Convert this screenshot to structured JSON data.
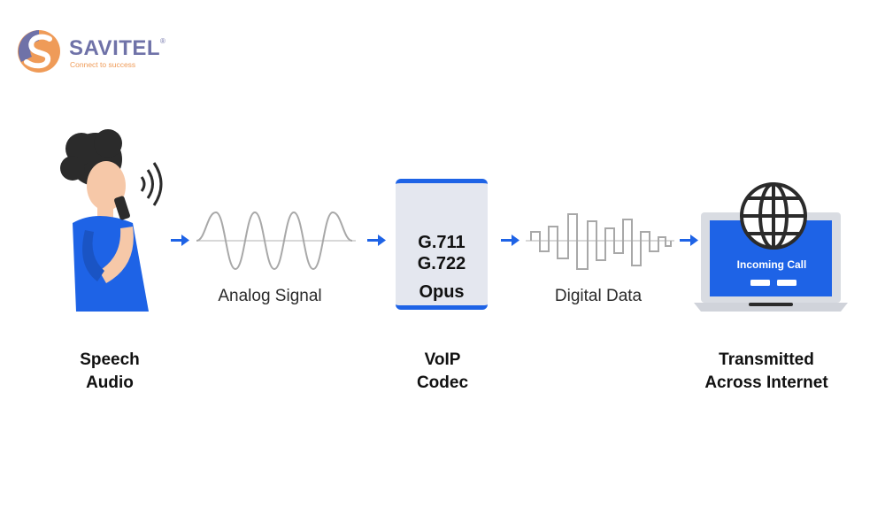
{
  "brand": {
    "name": "SAVITEL",
    "registered": "®",
    "tagline": "Connect to success",
    "colors": {
      "primary": "#6f72a8",
      "accent": "#ef9b58"
    }
  },
  "flow": {
    "analog_caption": "Analog Signal",
    "digital_caption": "Digital Data",
    "steps": [
      {
        "line1": "Speech",
        "line2": "Audio"
      },
      {
        "line1": "VoIP",
        "line2": "Codec"
      },
      {
        "line1": "Transmitted",
        "line2": "Across Internet"
      }
    ]
  },
  "codec": {
    "codecs": [
      "G.711",
      "G.722",
      "Opus"
    ]
  },
  "laptop": {
    "screen_text": "Incoming Call"
  },
  "colors": {
    "accent_blue": "#1e63e6",
    "wave_gray": "#b8b8b8",
    "skin": "#f6c8a8",
    "hair": "#2b2b2b"
  },
  "icons": [
    "speaker-icon",
    "globe-icon",
    "arrow-right-icon",
    "sound-waves-icon"
  ]
}
